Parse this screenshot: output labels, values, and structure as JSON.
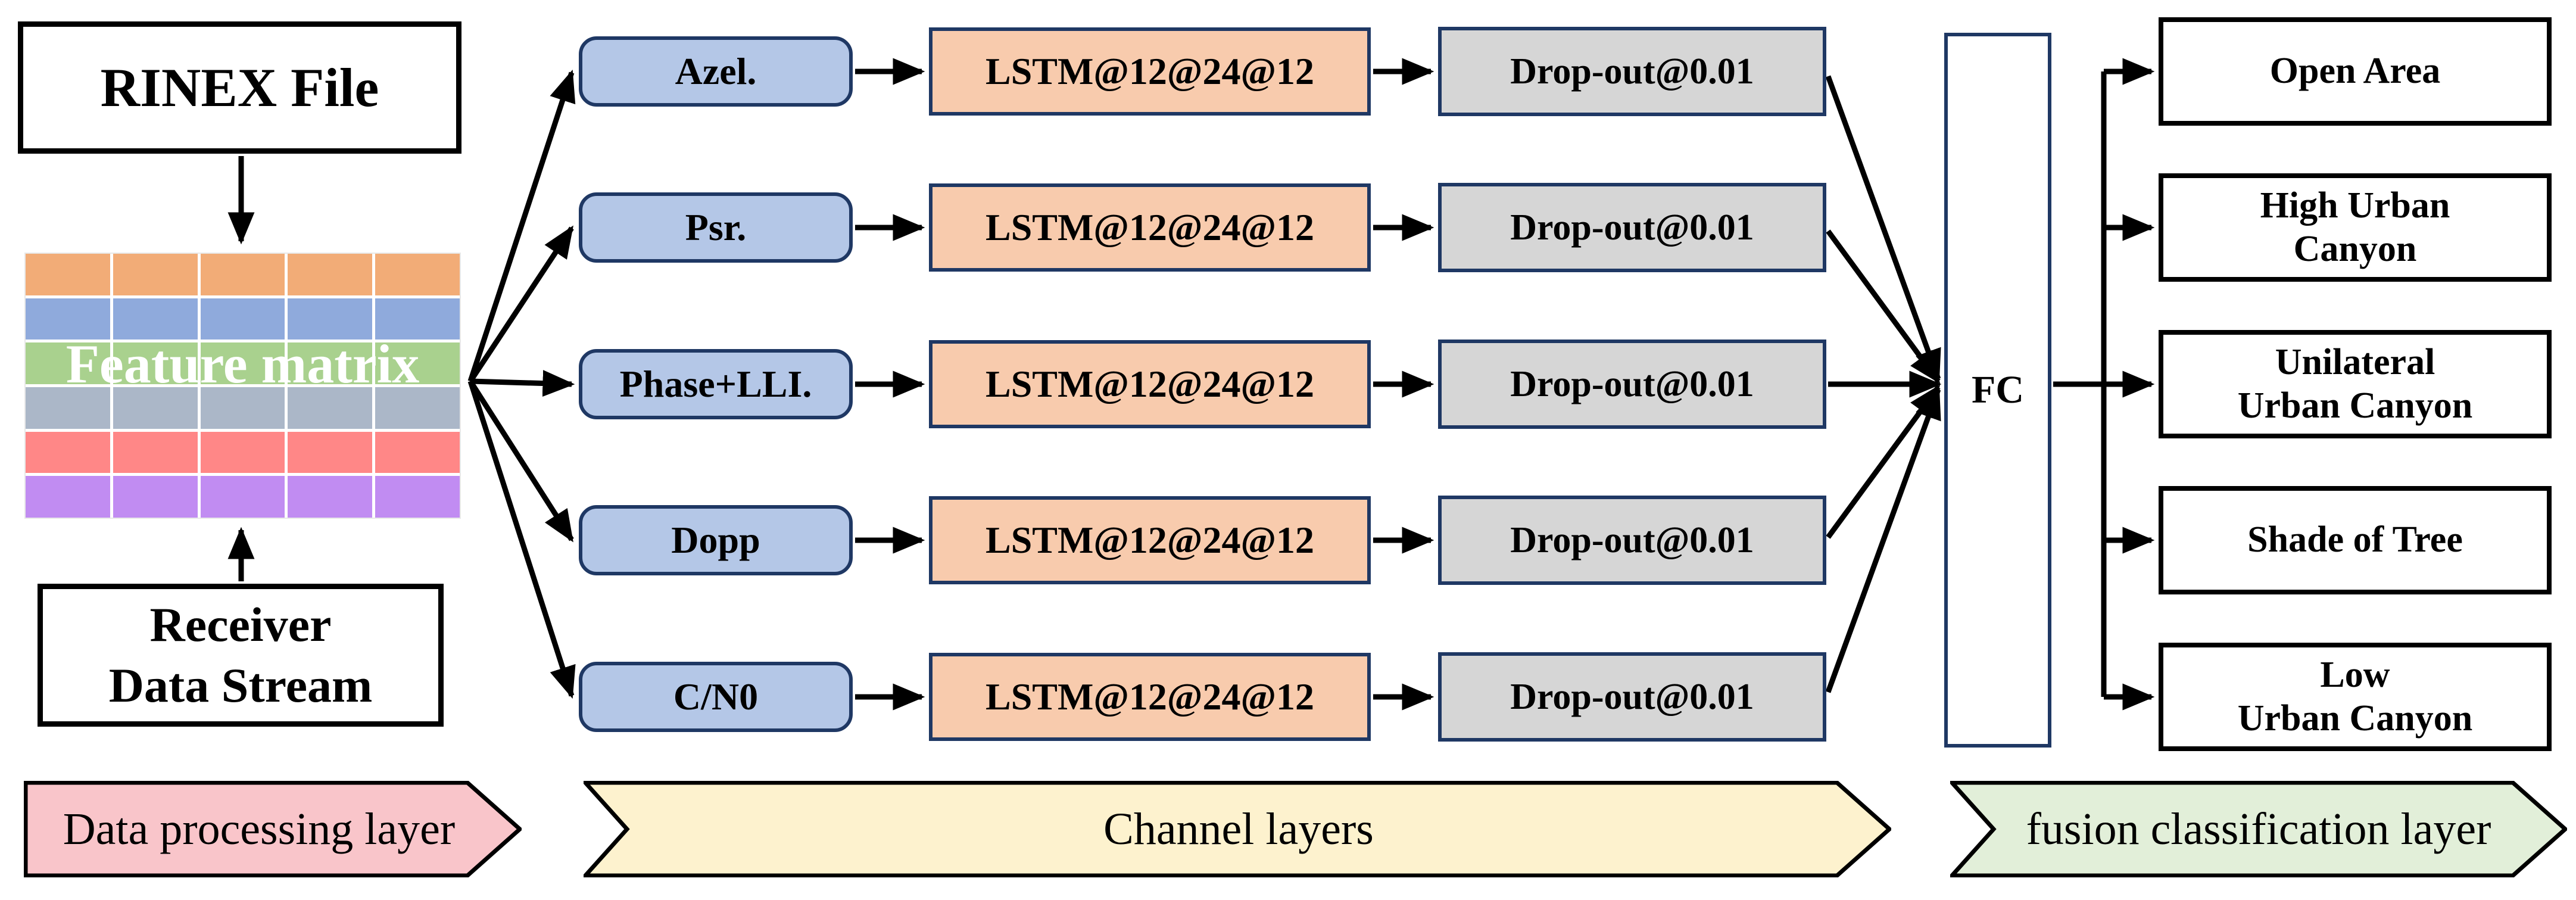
{
  "nodes": {
    "rinex": "RINEX File",
    "feature_matrix": "Feature matrix",
    "receiver_line1": "Receiver",
    "receiver_line2": "Data Stream",
    "lstm": "LSTM@12@24@12",
    "dropout": "Drop-out@0.01",
    "fc": "FC"
  },
  "channels": [
    "Azel.",
    "Psr.",
    "Phase+LLI.",
    "Dopp",
    "C/N0"
  ],
  "outputs": [
    {
      "line1": "Open Area",
      "line2": ""
    },
    {
      "line1": "High Urban",
      "line2": "Canyon"
    },
    {
      "line1": "Unilateral",
      "line2": "Urban Canyon"
    },
    {
      "line1": "Shade of Tree",
      "line2": ""
    },
    {
      "line1": "Low",
      "line2": "Urban Canyon"
    }
  ],
  "banners": [
    {
      "label": "Data processing layer",
      "color": "#F9C5CA"
    },
    {
      "label": "Channel layers",
      "color": "#FDF2CE"
    },
    {
      "label": "fusion classification layer",
      "color": "#E2EFD9"
    }
  ],
  "feature_matrix": {
    "columns": 5,
    "row_colors": [
      "#F2AC77",
      "#8FAADC",
      "#A9D18E",
      "#ABB7C8",
      "#FF8787",
      "#C18CF2"
    ]
  },
  "colors": {
    "channel_fill": "#B4C7E7",
    "lstm_fill": "#F8CBAD",
    "dropout_fill": "#D6D6D6",
    "box_border": "#1F3864",
    "arrow": "#000000",
    "matrix_text": "#FFFFFF"
  }
}
